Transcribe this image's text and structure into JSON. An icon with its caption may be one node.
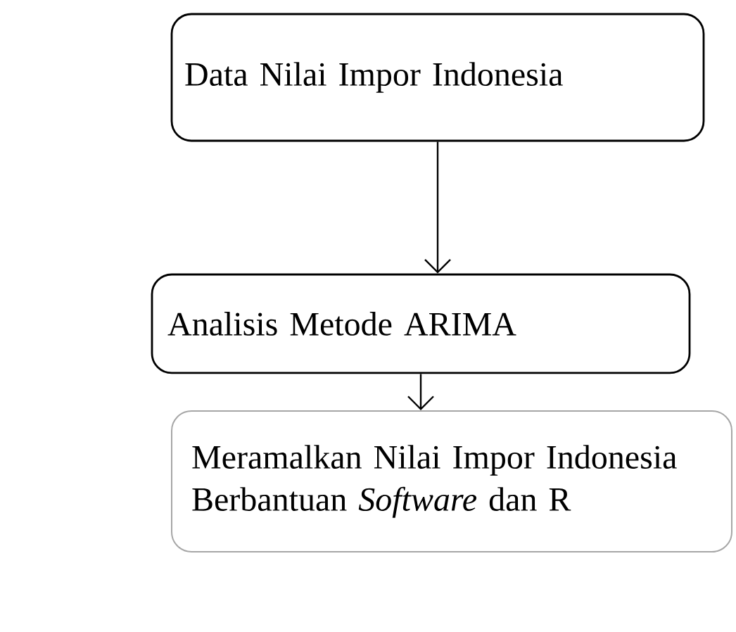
{
  "diagram": {
    "nodes": [
      {
        "text": [
          "Data Nilai Impor Indonesia"
        ]
      },
      {
        "text": [
          "Analisis Metode ARIMA"
        ]
      },
      {
        "text": [
          "Meramalkan Nilai Impor Indonesia Berbantuan *Software* dan R"
        ]
      }
    ],
    "edges": [
      {
        "from": 0,
        "to": 1,
        "arrow": "to"
      },
      {
        "from": 1,
        "to": 2,
        "arrow": "to"
      }
    ]
  }
}
